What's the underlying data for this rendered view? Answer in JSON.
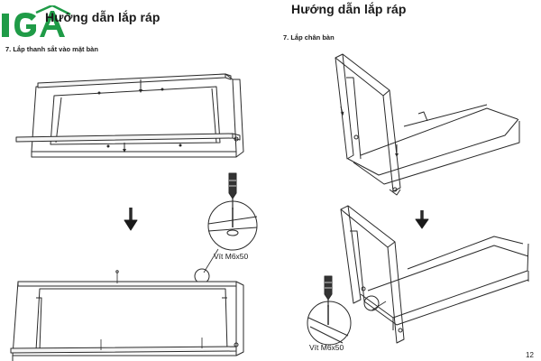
{
  "left_page": {
    "logo_text": "IGA",
    "title": "Hướng dẫn lắp ráp",
    "step": "7. Lắp thanh sắt vào mặt bàn",
    "screw_label": "Vít M6x50"
  },
  "right_page": {
    "title": "Hướng dẫn lắp ráp",
    "step": "7. Lắp chân bàn",
    "screw_label": "Vít M6x50",
    "page_number": "12"
  },
  "colors": {
    "logo_green": "#1f9b47",
    "line": "#2a2a2a"
  }
}
